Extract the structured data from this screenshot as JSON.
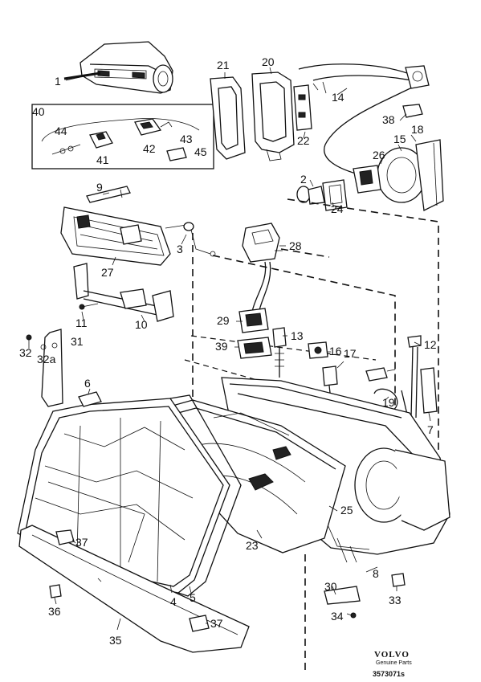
{
  "callouts": [
    {
      "id": "c1",
      "text": "1"
    },
    {
      "id": "c2",
      "text": "2"
    },
    {
      "id": "c3",
      "text": "3"
    },
    {
      "id": "c4",
      "text": "4"
    },
    {
      "id": "c5",
      "text": "5"
    },
    {
      "id": "c6",
      "text": "6"
    },
    {
      "id": "c7",
      "text": "7"
    },
    {
      "id": "c8",
      "text": "8"
    },
    {
      "id": "c9",
      "text": "9"
    },
    {
      "id": "c10",
      "text": "10"
    },
    {
      "id": "c11",
      "text": "11"
    },
    {
      "id": "c12",
      "text": "12"
    },
    {
      "id": "c13",
      "text": "13"
    },
    {
      "id": "c14",
      "text": "14"
    },
    {
      "id": "c15",
      "text": "15"
    },
    {
      "id": "c16",
      "text": "16"
    },
    {
      "id": "c17",
      "text": "17"
    },
    {
      "id": "c18",
      "text": "18"
    },
    {
      "id": "c19",
      "text": "19"
    },
    {
      "id": "c20",
      "text": "20"
    },
    {
      "id": "c21",
      "text": "21"
    },
    {
      "id": "c22",
      "text": "22"
    },
    {
      "id": "c23",
      "text": "23"
    },
    {
      "id": "c24",
      "text": "24"
    },
    {
      "id": "c25",
      "text": "25"
    },
    {
      "id": "c26",
      "text": "26"
    },
    {
      "id": "c27",
      "text": "27"
    },
    {
      "id": "c28",
      "text": "28"
    },
    {
      "id": "c29",
      "text": "29"
    },
    {
      "id": "c30",
      "text": "30"
    },
    {
      "id": "c31",
      "text": "31"
    },
    {
      "id": "c32",
      "text": "32"
    },
    {
      "id": "c32a",
      "text": "32a"
    },
    {
      "id": "c33",
      "text": "33"
    },
    {
      "id": "c34",
      "text": "34"
    },
    {
      "id": "c35",
      "text": "35"
    },
    {
      "id": "c36",
      "text": "36"
    },
    {
      "id": "c37a",
      "text": "37"
    },
    {
      "id": "c37b",
      "text": "37"
    },
    {
      "id": "c38",
      "text": "38"
    },
    {
      "id": "c39",
      "text": "39"
    },
    {
      "id": "c40",
      "text": "40"
    },
    {
      "id": "c41",
      "text": "41"
    },
    {
      "id": "c42",
      "text": "42"
    },
    {
      "id": "c43",
      "text": "43"
    },
    {
      "id": "c44",
      "text": "44"
    },
    {
      "id": "c45",
      "text": "45"
    }
  ],
  "footer": {
    "brand": "VOLVO",
    "sub": "Genuine Parts",
    "ref": "3573071s"
  }
}
